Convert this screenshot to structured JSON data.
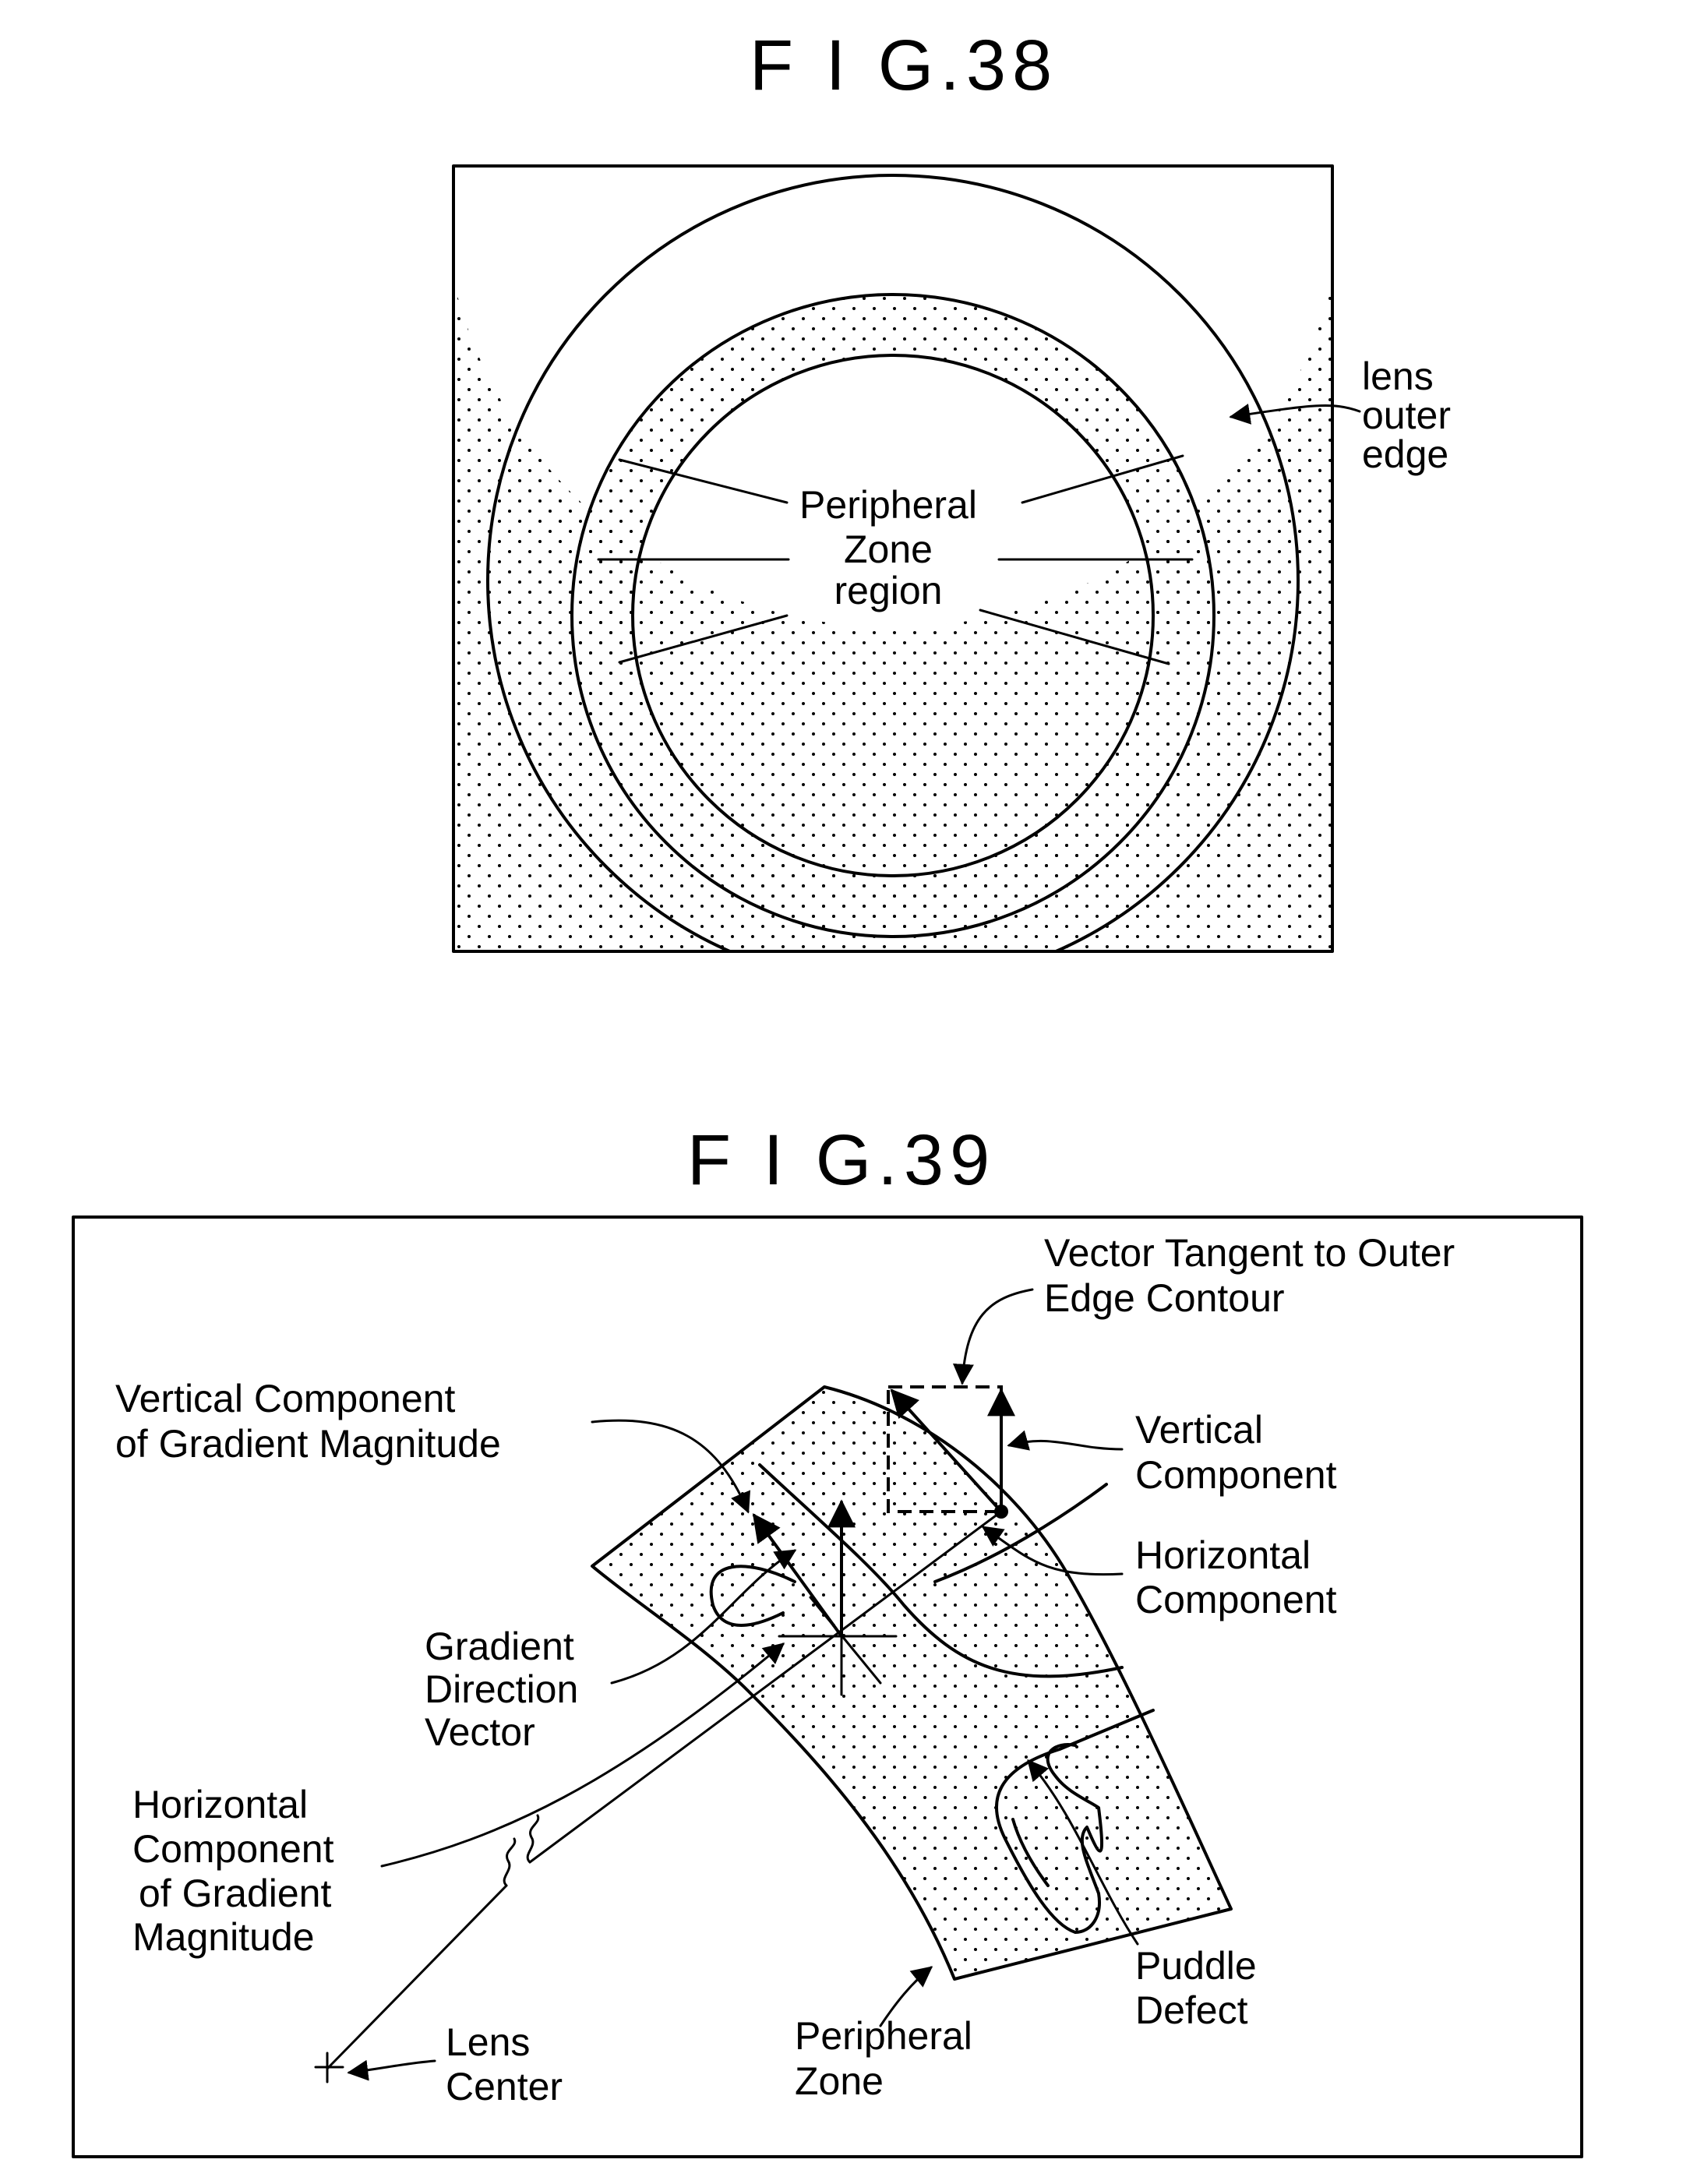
{
  "fig38": {
    "title": "F I G.38",
    "label_edge": [
      "lens",
      "outer",
      "edge"
    ],
    "label_zone": [
      "Peripheral",
      "Zone",
      "region"
    ]
  },
  "fig39": {
    "title": "F I G.39",
    "label_tangent": [
      "Vector Tangent to Outer",
      "Edge Contour"
    ],
    "label_vert_grad": [
      "Vertical Component",
      "of Gradient Magnitude"
    ],
    "label_vert": [
      "Vertical",
      "Component"
    ],
    "label_horiz": [
      "Horizontal",
      "Component"
    ],
    "label_grad_dir": [
      "Gradient",
      "Direction",
      "Vector"
    ],
    "label_horiz_grad": [
      "Horizontal",
      "Component",
      "of Gradient",
      "Magnitude"
    ],
    "label_puddle": [
      "Puddle",
      "Defect"
    ],
    "label_lens_center": [
      "Lens",
      "Center"
    ],
    "label_periph": [
      "Peripheral",
      "Zone"
    ]
  }
}
